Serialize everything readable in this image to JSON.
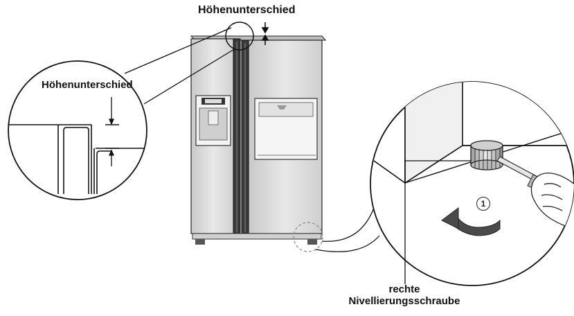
{
  "labels": {
    "height_difference_top": "Höhenunterschied",
    "height_difference_zoom": "Höhenunterschied",
    "screw_line1": "rechte",
    "screw_line2": "Nivellierungsschraube",
    "step_marker": "1"
  },
  "colors": {
    "outline": "#111111",
    "fridge_body": "#d9d9d9",
    "fridge_dark": "#3a3a3a",
    "arrow_fill": "#4a4a4a",
    "dashed_circle": "#888888"
  }
}
